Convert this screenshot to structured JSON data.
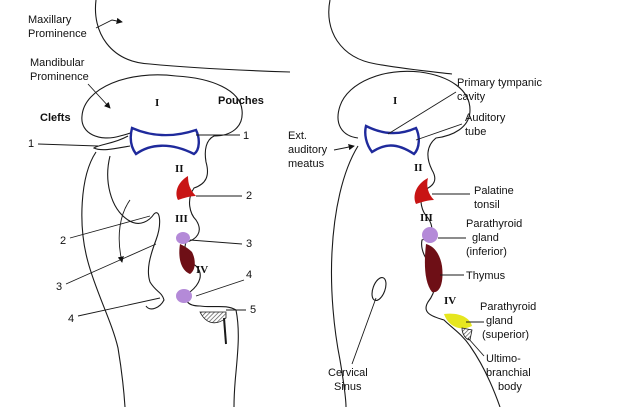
{
  "left_panel": {
    "maxillary": [
      "Maxillary",
      "Prominence"
    ],
    "mandibular": [
      "Mandibular",
      "Prominence"
    ],
    "clefts_heading": "Clefts",
    "pouches_heading": "Pouches",
    "arch_numerals": [
      "I",
      "II",
      "III",
      "IV"
    ],
    "cleft_numbers": [
      "1",
      "2",
      "3",
      "4"
    ],
    "pouch_numbers": [
      "1",
      "2",
      "3",
      "4",
      "5"
    ]
  },
  "right_panel": {
    "arch_numerals": [
      "I",
      "II",
      "III",
      "IV"
    ],
    "primary_tympanic": [
      "Primary tympanic",
      "cavity"
    ],
    "auditory_tube": [
      "Auditory",
      "tube"
    ],
    "ext_meatus": [
      "Ext.",
      "auditory",
      "meatus"
    ],
    "palatine_tonsil": [
      "Palatine",
      "tonsil"
    ],
    "parathyroid_inferior": [
      "Parathyroid",
      "gland",
      "(inferior)"
    ],
    "thymus": "Thymus",
    "parathyroid_superior": [
      "Parathyroid",
      "gland",
      "(superior)"
    ],
    "ultimobranchial": [
      "Ultimo-",
      "branchial",
      "body"
    ],
    "cervical_sinus": [
      "Cervical",
      "Sinus"
    ]
  },
  "colors": {
    "pouch_outline": "#1f2a9c",
    "tonsil": "#c81414",
    "parathyroid": "#b48ad8",
    "thymus": "#6e0f16",
    "ultimobranchial": "#e6e61e",
    "stripe": "#555555"
  }
}
